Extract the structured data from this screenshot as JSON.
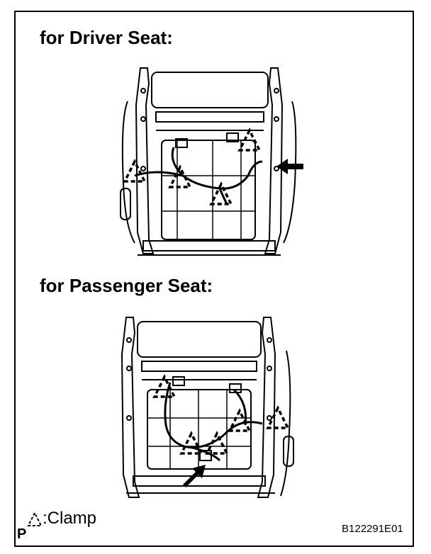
{
  "figure": {
    "driver_heading": "for Driver Seat:",
    "passenger_heading": "for Passenger Seat:",
    "legend_label": "Clamp",
    "legend_prefix": ":",
    "corner_letter": "P",
    "figure_code": "B122291E01"
  },
  "colors": {
    "ink": "#000000",
    "paper": "#ffffff"
  },
  "icons": [
    "clamp-triangle-icon",
    "arrow-icon"
  ]
}
